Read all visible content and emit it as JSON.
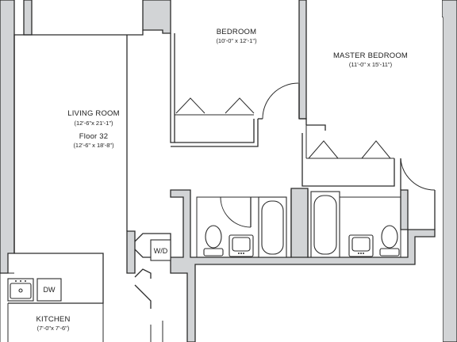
{
  "rooms": {
    "bedroom": {
      "name": "BEDROOM",
      "dims": "(10'-0\" x 12'-1\")"
    },
    "master_bedroom": {
      "name": "MASTER BEDROOM",
      "dims": "(11'-0\" x 15'-11\")"
    },
    "living_room": {
      "name": "LIVING ROOM",
      "dims": "(12'-6\"x 21'-1\")",
      "floor_label": "Floor 32",
      "floor_dims": "(12'-6\" x 18'-8\")"
    },
    "kitchen": {
      "name": "KITCHEN",
      "dims": "(7'-0\"x 7'-6\")"
    }
  },
  "appliances": {
    "washer_dryer": "W/D",
    "dishwasher": "DW"
  }
}
